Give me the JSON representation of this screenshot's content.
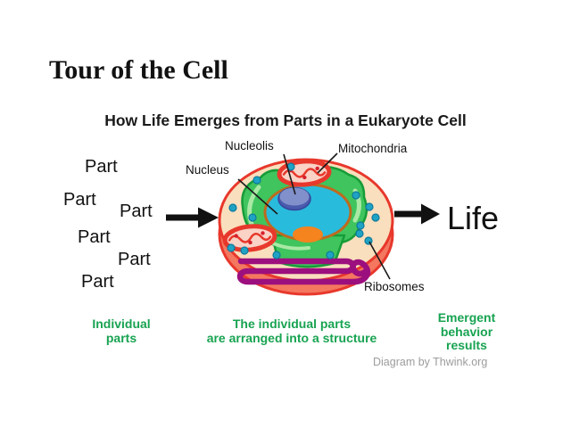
{
  "slide": {
    "title": "Tour of the Cell",
    "subtitle": "How Life Emerges from Parts in a Eukaryote Cell",
    "credit": "Diagram by Thwink.org"
  },
  "flow": {
    "parts": [
      "Part",
      "Part",
      "Part",
      "Part",
      "Part",
      "Part"
    ],
    "result": "Life",
    "arrow_icon": "arrow-right-icon"
  },
  "cell": {
    "labels": {
      "nucleolis": "Nucleolis",
      "mitochondria": "Mitochondria",
      "nucleus": "Nucleus",
      "ribosomes": "Ribosomes"
    }
  },
  "captions": {
    "left": [
      "Individual",
      "parts"
    ],
    "center": [
      "The individual parts",
      "are arranged into a structure"
    ],
    "right": [
      "Emergent",
      "behavior",
      "results"
    ]
  },
  "colors": {
    "caption_green": "#18A351",
    "credit_gray": "#9C9C9C",
    "membrane_red": "#E8382C",
    "rim_salmon": "#F4775F",
    "cytoplasm_peach": "#F9DFBD",
    "nucleus_cyan": "#29BBDC",
    "nucleus_ring_brown": "#BE6A1E",
    "er_green": "#3FC45E",
    "er_green_dark": "#169C38",
    "er_green_light": "#A9E9A5",
    "nucleolus_blue": "#8190CA",
    "nucleolus_shadow": "#4A5AAD",
    "tubule_purple": "#9C0F7E",
    "ribosome_teal": "#1FA3C4",
    "mito_pink": "#FAD2C6",
    "organelle_orange": "#F5831E",
    "text_black": "#1A1A1A"
  }
}
